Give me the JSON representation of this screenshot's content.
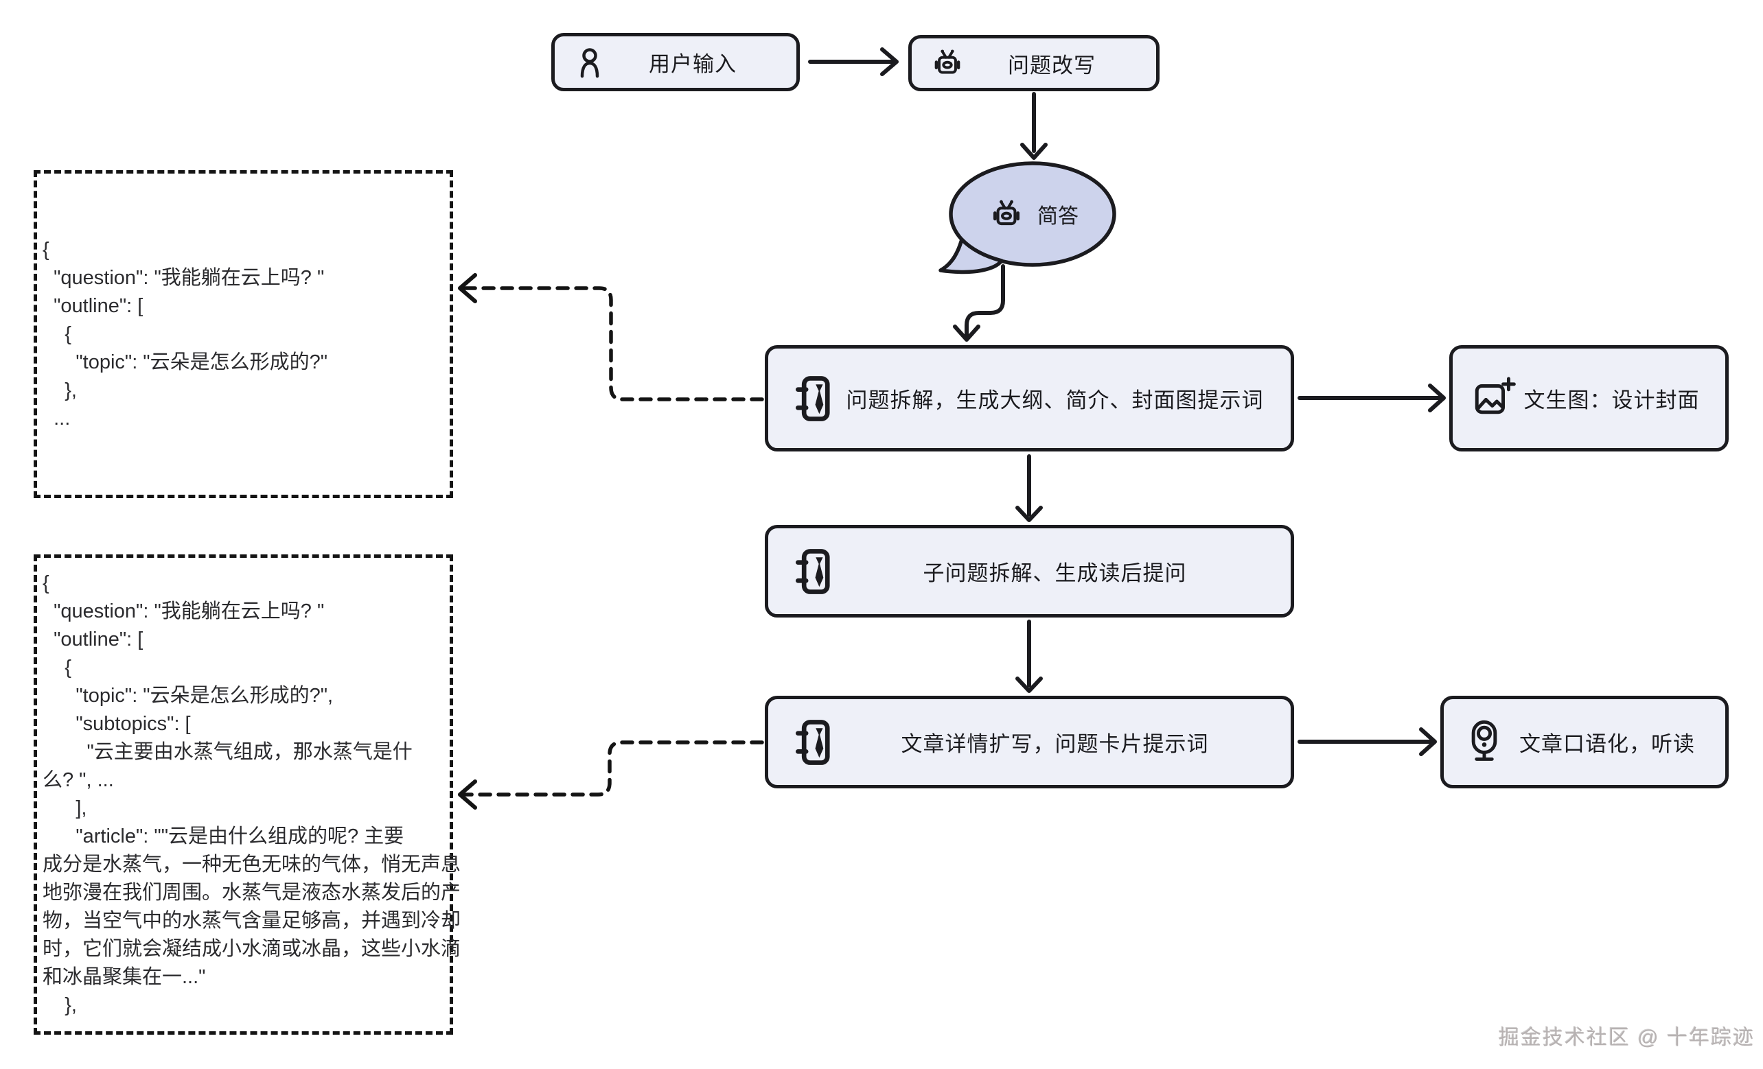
{
  "flow": {
    "user_input": {
      "label": "用户输入"
    },
    "rewrite": {
      "label": "问题改写"
    },
    "short_answer": {
      "label": "简答"
    },
    "decompose": {
      "label": "问题拆解，生成大纲、简介、封面图提示词"
    },
    "cover_image": {
      "label": "文生图：设计封面"
    },
    "sub_questions": {
      "label": "子问题拆解、生成读后提问"
    },
    "article_expand": {
      "label": "文章详情扩写，问题卡片提示词"
    },
    "speechify": {
      "label": "文章口语化，听读"
    }
  },
  "json_outputs": {
    "outline_snippet": {
      "lines": [
        "{",
        "  \"question\": \"我能躺在云上吗? \"",
        "  \"outline\": [",
        "    {",
        "      \"topic\": \"云朵是怎么形成的?\"",
        "    },",
        "  ..."
      ]
    },
    "article_snippet": {
      "lines": [
        "{",
        "  \"question\": \"我能躺在云上吗? \"",
        "  \"outline\": [",
        "    {",
        "      \"topic\": \"云朵是怎么形成的?\",",
        "      \"subtopics\": [",
        "        \"云主要由水蒸气组成，那水蒸气是什",
        "么? \", ...",
        "      ],",
        "      \"article\": \"\"云是由什么组成的呢? 主要",
        "成分是水蒸气，一种无色无味的气体，悄无声息",
        "地弥漫在我们周围。水蒸气是液态水蒸发后的产",
        "物，当空气中的水蒸气含量足够高，并遇到冷却",
        "时，它们就会凝结成小水滴或冰晶，这些小水滴",
        "和冰晶聚集在一...\"",
        "    },"
      ]
    }
  },
  "watermark": "掘金技术社区 @ 十年踪迹",
  "colors": {
    "node_fill": "#eef0f8",
    "bubble_fill": "#cdd3ec",
    "stroke": "#1b1b1f",
    "watermark": "#b7b2b2"
  }
}
